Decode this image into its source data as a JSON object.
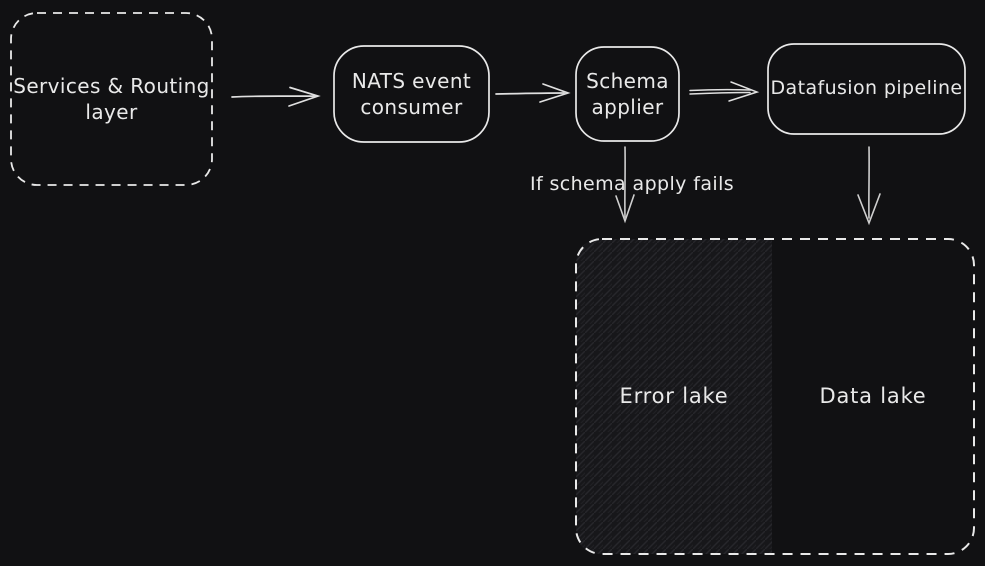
{
  "diagram": {
    "background_color": "#111113",
    "stroke_color": "#e9e9e9",
    "hatch_base_color": "#17171a",
    "hatch_line_color": "#27272b",
    "nodes": {
      "services": {
        "label": "Services & Routing\nlayer",
        "border": "dashed"
      },
      "nats": {
        "label": "NATS event\nconsumer",
        "border": "solid"
      },
      "schema": {
        "label": "Schema\napplier",
        "border": "solid"
      },
      "datafusion": {
        "label": "Datafusion pipeline",
        "border": "solid"
      },
      "lake_container": {
        "label": "",
        "border": "dashed"
      },
      "error_lake": {
        "label": "Error lake",
        "fill": "hatched"
      },
      "data_lake": {
        "label": "Data lake",
        "fill": "none"
      }
    },
    "edges": [
      {
        "from": "services",
        "to": "nats",
        "label": ""
      },
      {
        "from": "nats",
        "to": "schema",
        "label": ""
      },
      {
        "from": "schema",
        "to": "datafusion",
        "label": ""
      },
      {
        "from": "schema",
        "to": "error_lake",
        "label": "If schema apply fails"
      },
      {
        "from": "datafusion",
        "to": "data_lake",
        "label": ""
      }
    ]
  }
}
